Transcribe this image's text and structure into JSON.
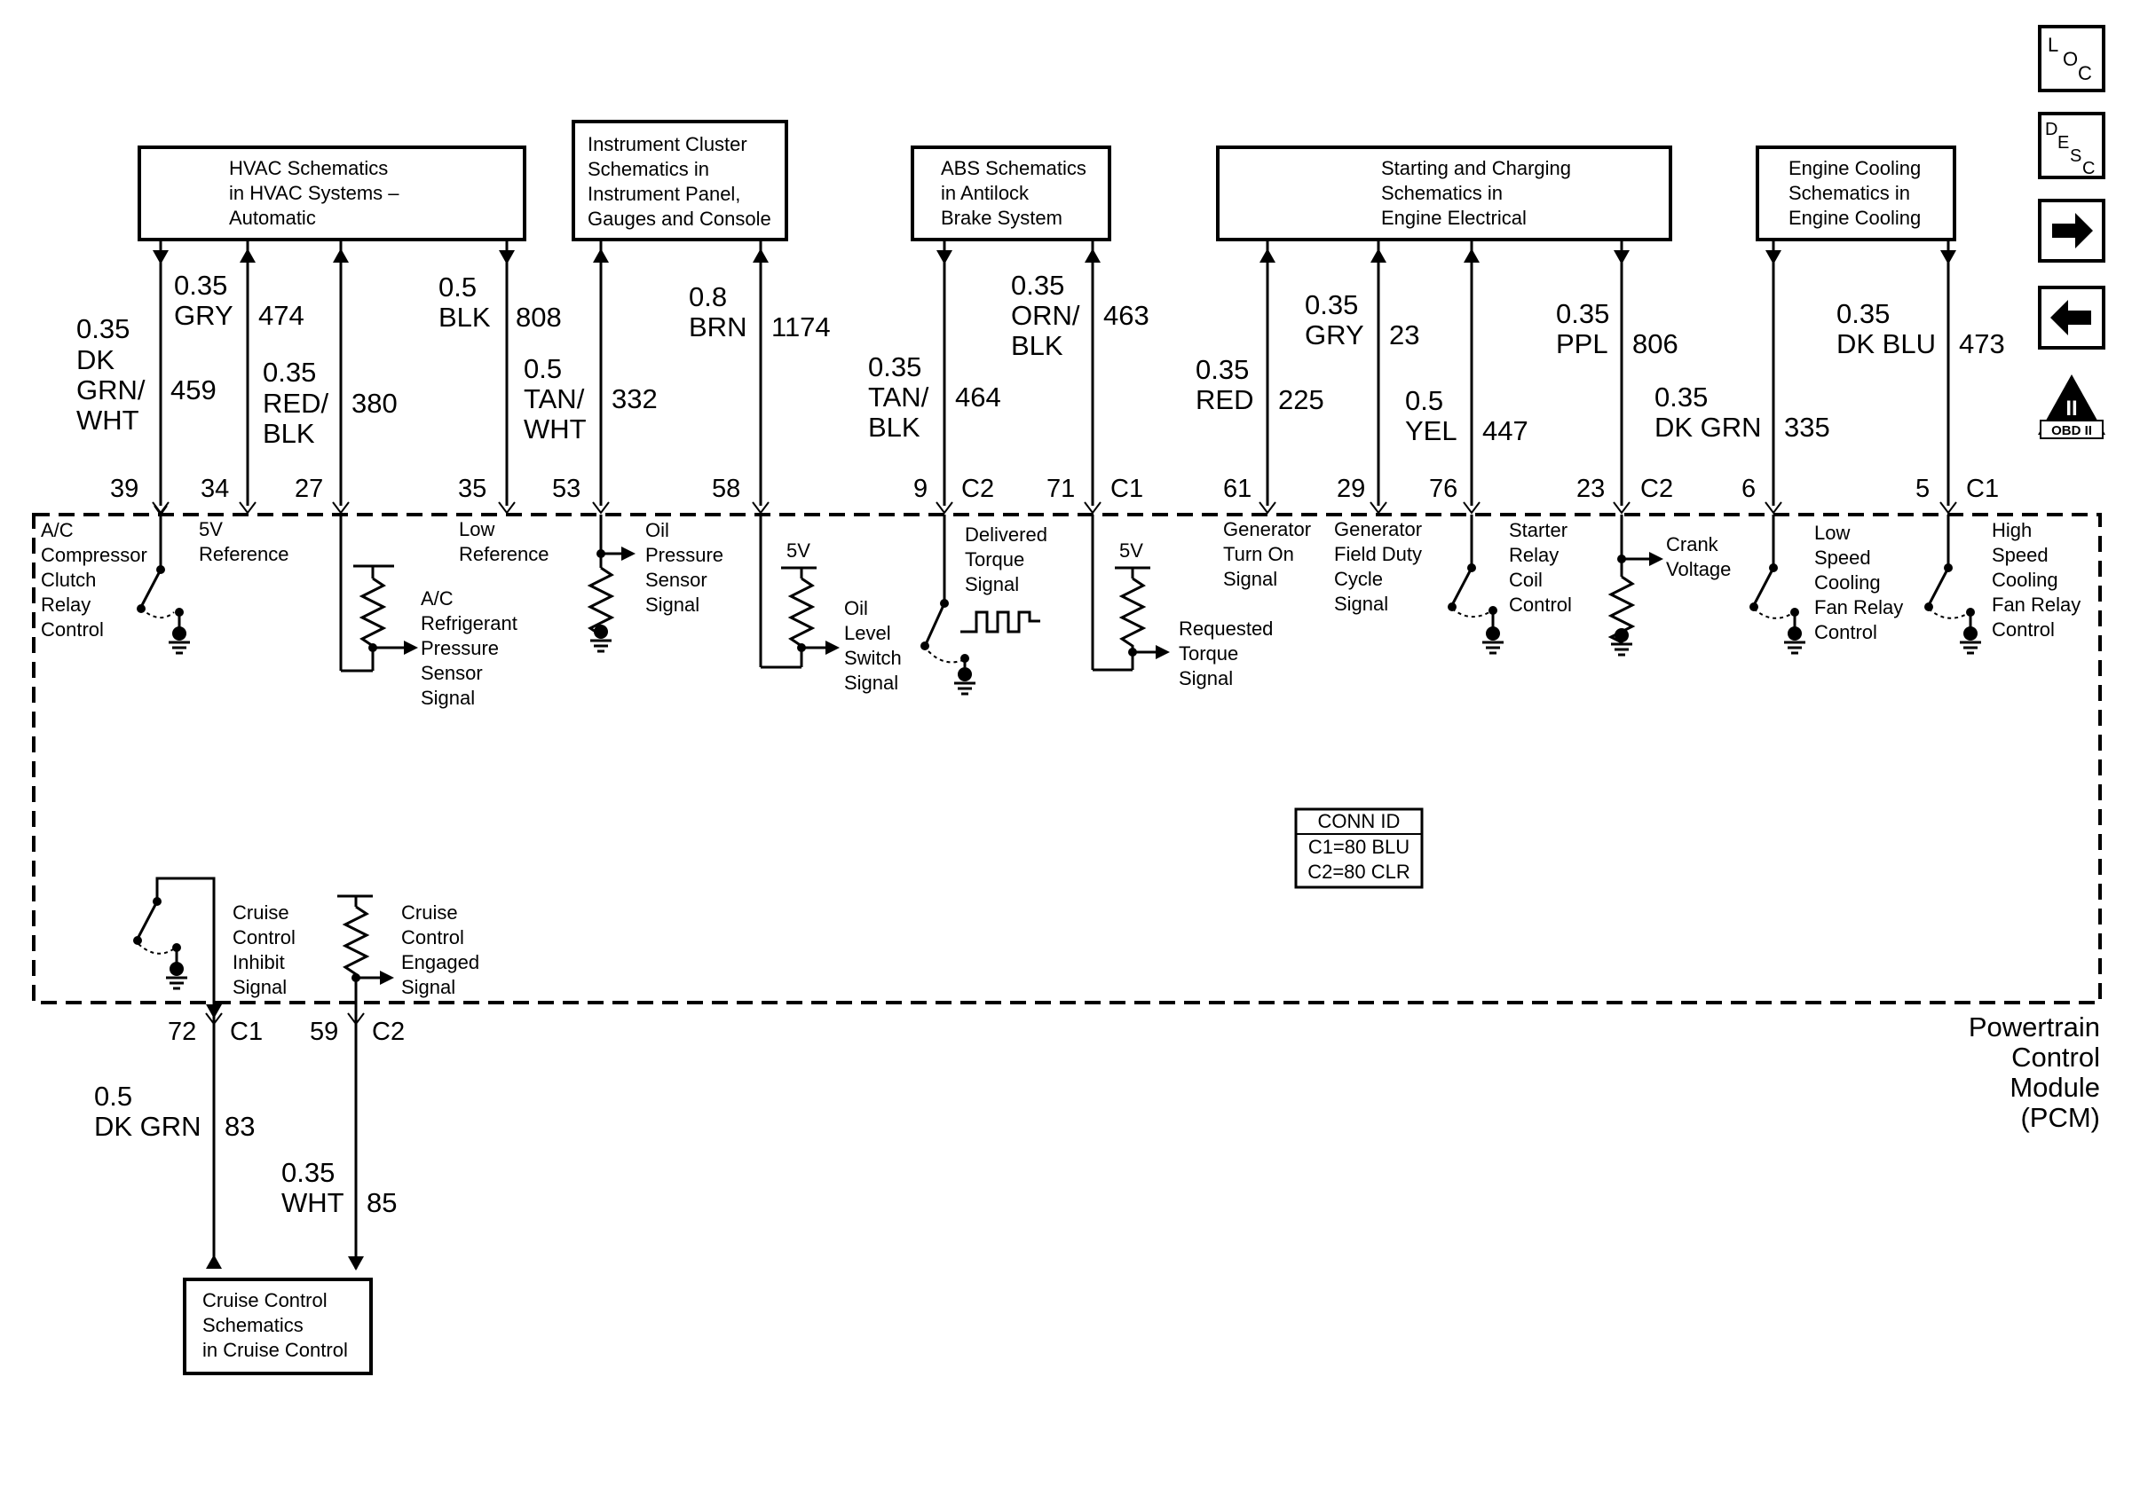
{
  "boxes": {
    "hvac": [
      "HVAC Schematics",
      "in HVAC Systems –",
      "Automatic"
    ],
    "cluster": [
      "Instrument Cluster",
      "Schematics in",
      "Instrument Panel,",
      "Gauges and Console"
    ],
    "abs": [
      "ABS Schematics",
      "in Antilock",
      "Brake System"
    ],
    "charging": [
      "Starting and Charging",
      "Schematics in",
      "Engine Electrical"
    ],
    "cooling": [
      "Engine Cooling",
      "Schematics in",
      "Engine Cooling"
    ],
    "cruise": [
      "Cruise Control",
      "Schematics",
      "in Cruise Control"
    ]
  },
  "wires": [
    {
      "size": "0.35",
      "color": [
        "DK",
        "GRN/",
        "WHT"
      ],
      "circuit": "459",
      "pin": "39"
    },
    {
      "size": "0.35",
      "color": [
        "GRY"
      ],
      "circuit": "474",
      "pin": "34"
    },
    {
      "size": "0.35",
      "color": [
        "RED/",
        "BLK"
      ],
      "circuit": "380",
      "pin": "27"
    },
    {
      "size": "0.5",
      "color": [
        "BLK"
      ],
      "circuit": "808",
      "pin": "35"
    },
    {
      "size": "0.5",
      "color": [
        "TAN/",
        "WHT"
      ],
      "circuit": "332",
      "pin": "53"
    },
    {
      "size": "0.8",
      "color": [
        "BRN"
      ],
      "circuit": "1174",
      "pin": "58"
    },
    {
      "size": "0.35",
      "color": [
        "TAN/",
        "BLK"
      ],
      "circuit": "464",
      "pin": "9"
    },
    {
      "size": "0.35",
      "color": [
        "ORN/",
        "BLK"
      ],
      "circuit": "463",
      "pin": "71"
    },
    {
      "size": "0.35",
      "color": [
        "RED"
      ],
      "circuit": "225",
      "pin": "61"
    },
    {
      "size": "0.35",
      "color": [
        "GRY"
      ],
      "circuit": "23",
      "pin": "29"
    },
    {
      "size": "0.5",
      "color": [
        "YEL"
      ],
      "circuit": "447",
      "pin": "76"
    },
    {
      "size": "0.35",
      "color": [
        "PPL"
      ],
      "circuit": "806",
      "pin": "23"
    },
    {
      "size": "0.35",
      "color": [
        "DK GRN"
      ],
      "circuit": "335",
      "pin": "6"
    },
    {
      "size": "0.35",
      "color": [
        "DK BLU"
      ],
      "circuit": "473",
      "pin": "5"
    },
    {
      "size": "0.5",
      "color": [
        "DK GRN"
      ],
      "circuit": "83",
      "pin": "72"
    },
    {
      "size": "0.35",
      "color": [
        "WHT"
      ],
      "circuit": "85",
      "pin": "59"
    }
  ],
  "connectors": {
    "c2": "C2",
    "c1": "C1"
  },
  "signals": {
    "ac_clutch": [
      "A/C",
      "Compressor",
      "Clutch",
      "Relay",
      "Control"
    ],
    "ref_5v": [
      "5V",
      "Reference"
    ],
    "ac_pressure": [
      "A/C",
      "Refrigerant",
      "Pressure",
      "Sensor",
      "Signal"
    ],
    "low_ref": [
      "Low",
      "Reference"
    ],
    "oil_pressure": [
      "Oil",
      "Pressure",
      "Sensor",
      "Signal"
    ],
    "oil_level": [
      "Oil",
      "Level",
      "Switch",
      "Signal"
    ],
    "delivered_torque": [
      "Delivered",
      "Torque",
      "Signal"
    ],
    "requested_torque": [
      "Requested",
      "Torque",
      "Signal"
    ],
    "gen_turn_on": [
      "Generator",
      "Turn On",
      "Signal"
    ],
    "gen_field": [
      "Generator",
      "Field Duty",
      "Cycle",
      "Signal"
    ],
    "starter_relay": [
      "Starter",
      "Relay",
      "Coil",
      "Control"
    ],
    "crank_voltage": [
      "Crank",
      "Voltage"
    ],
    "low_fan": [
      "Low",
      "Speed",
      "Cooling",
      "Fan Relay",
      "Control"
    ],
    "high_fan": [
      "High",
      "Speed",
      "Cooling",
      "Fan Relay",
      "Control"
    ],
    "cruise_inhibit": [
      "Cruise",
      "Control",
      "Inhibit",
      "Signal"
    ],
    "cruise_engaged": [
      "Cruise",
      "Control",
      "Engaged",
      "Signal"
    ],
    "v5": "5V"
  },
  "conn_id": {
    "title": "CONN ID",
    "lines": [
      "C1=80 BLU",
      "C2=80 CLR"
    ]
  },
  "module_label": [
    "Powertrain",
    "Control",
    "Module",
    "(PCM)"
  ],
  "nav": {
    "loc": [
      "L",
      "O",
      "C"
    ],
    "desc": [
      "D",
      "E",
      "S",
      "C"
    ],
    "obd": [
      "II",
      "OBD II"
    ]
  }
}
